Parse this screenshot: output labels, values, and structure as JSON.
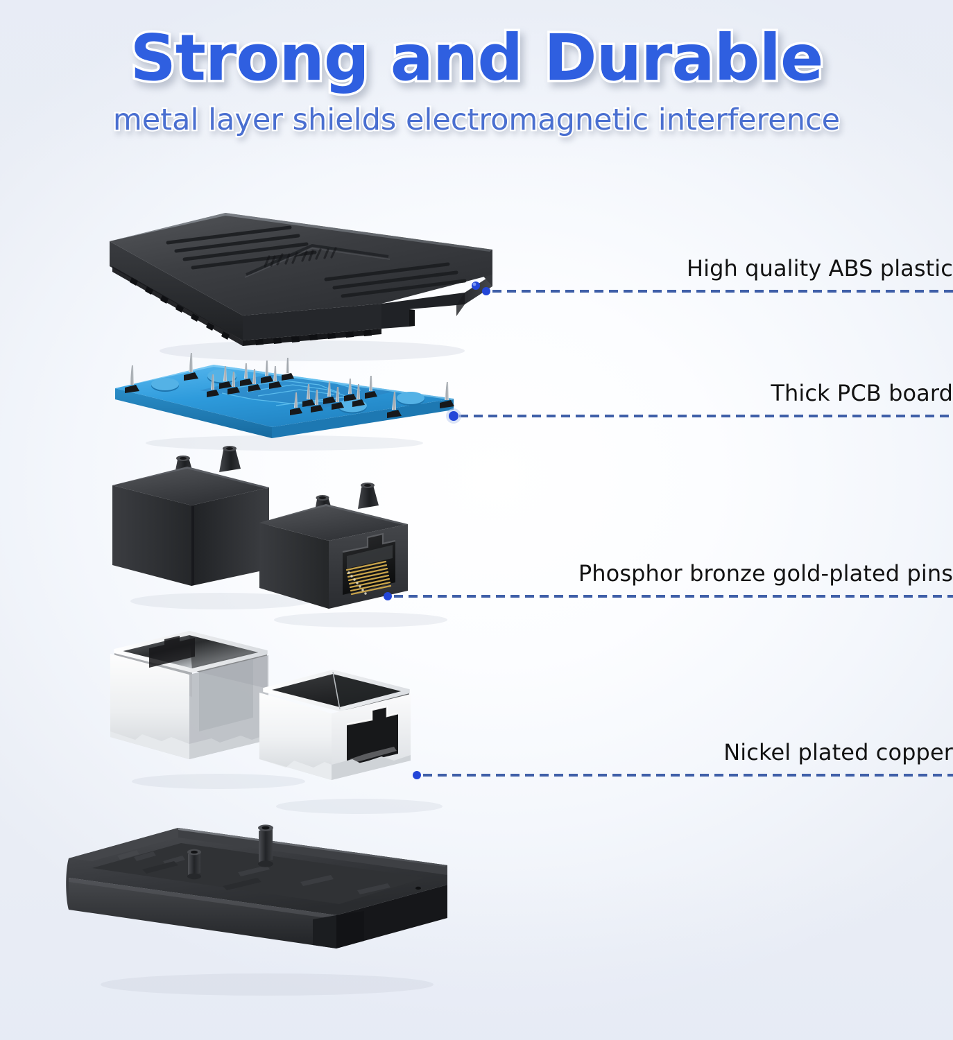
{
  "header": {
    "title": "Strong and Durable",
    "subtitle": "metal layer shields electromagnetic interference",
    "title_color": "#2f5fe0",
    "subtitle_color": "#4a6fd0"
  },
  "theme": {
    "background_edge": "#e9edf5",
    "background_center": "#ffffff",
    "leader_line_color": "#3f5fa8",
    "marker_dot_color": "#2346d8",
    "label_text_color": "#121212",
    "pcb_color": "#2e9bdc",
    "housing_color": "#2b2b2d",
    "shield_color": "#e8eaec",
    "gold_pin_color": "#c9a44a"
  },
  "callouts": [
    {
      "id": "abs-plastic",
      "label": "High quality ABS plastic"
    },
    {
      "id": "pcb-board",
      "label": "Thick PCB board"
    },
    {
      "id": "gold-pins",
      "label": "Phosphor bronze gold-plated pins"
    },
    {
      "id": "nickel-copper",
      "label": "Nickel plated copper"
    }
  ],
  "exploded_parts": [
    {
      "id": "top-cover",
      "name": "Top ABS plastic cover with vent slots and embossed logo"
    },
    {
      "id": "pcb",
      "name": "Blue printed circuit board with conical contact pins"
    },
    {
      "id": "jack-bodies",
      "name": "Two black RJ45 jack bodies with alignment posts"
    },
    {
      "id": "metal-shields",
      "name": "Two nickel plated copper shielding cans"
    },
    {
      "id": "bottom-tray",
      "name": "Bottom ABS plastic tray with mounting posts"
    }
  ]
}
